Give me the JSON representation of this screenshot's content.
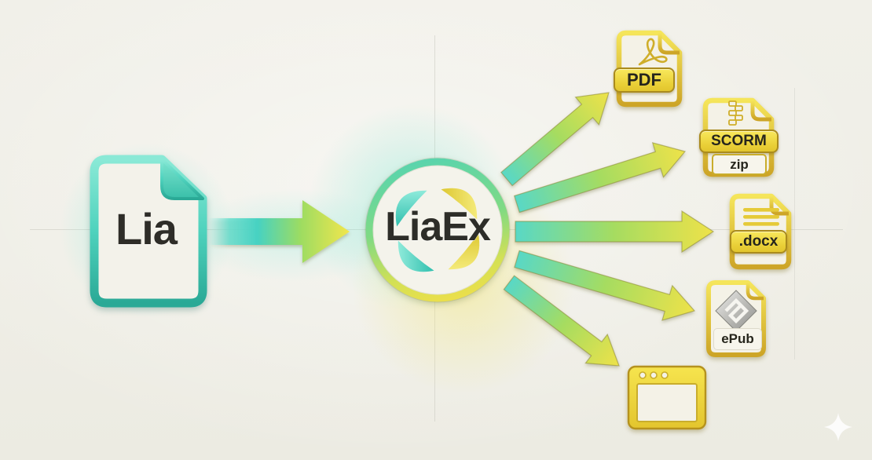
{
  "diagram": {
    "description": "Lia file converted by LiaEx into multiple export formats",
    "source": {
      "label": "Lia",
      "icon": "lia-file-icon",
      "accent": "#35c4ac"
    },
    "hub": {
      "label": "LiaEx",
      "icon": "liaex-hub-icon"
    },
    "outputs": [
      {
        "label": "PDF",
        "icon": "pdf-file-icon"
      },
      {
        "label": "SCORM",
        "sublabel": "zip",
        "icon": "scorm-zip-file-icon"
      },
      {
        "label": ".docx",
        "icon": "docx-file-icon"
      },
      {
        "label": "ePub",
        "icon": "epub-file-icon"
      },
      {
        "label": "",
        "icon": "browser-window-icon"
      }
    ],
    "decorations": [
      "sparkle-icon",
      "crosshair-guide-lines"
    ],
    "colors": {
      "background": "#efeee6",
      "teal": "#3fc9b6",
      "arrow_teal": "#58d8c6",
      "arrow_green": "#a6dc60",
      "arrow_yellow": "#eee24a",
      "file_yellow": "#f2dc46",
      "file_yellow_dark": "#c9a624",
      "text_dark": "#2d2c24",
      "guide_gray": "#c9c8c0"
    }
  }
}
